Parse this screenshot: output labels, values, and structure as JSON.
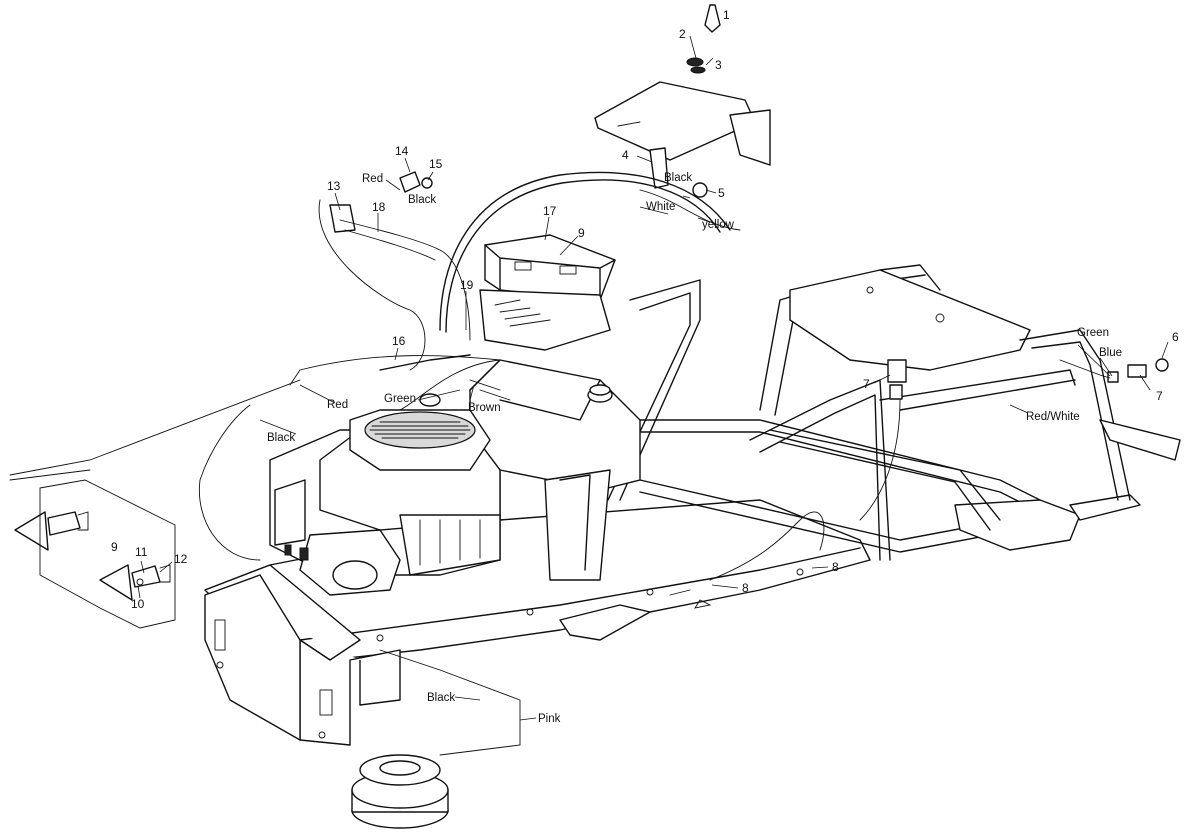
{
  "callouts": {
    "c1": "1",
    "c2": "2",
    "c3": "3",
    "c4": "4",
    "c5": "5",
    "c6": "6",
    "c7a": "7",
    "c7b": "7",
    "c8a": "8",
    "c8b": "8",
    "c9a": "9",
    "c9b": "9",
    "c10": "10",
    "c11": "11",
    "c12": "12",
    "c13": "13",
    "c14": "14",
    "c15": "15",
    "c16": "16",
    "c17": "17",
    "c18": "18",
    "c19": "19"
  },
  "wires": {
    "red_top": "Red",
    "black_top": "Black",
    "black_console": "Black",
    "white_console": "White",
    "yellow_console": "yellow",
    "green_right": "Green",
    "blue_right": "Blue",
    "red_white": "Red/White",
    "green_engine": "Green",
    "brown_engine": "Brown",
    "red_left": "Red",
    "black_left": "Black",
    "black_bottom": "Black",
    "pink_bottom": "Pink"
  }
}
